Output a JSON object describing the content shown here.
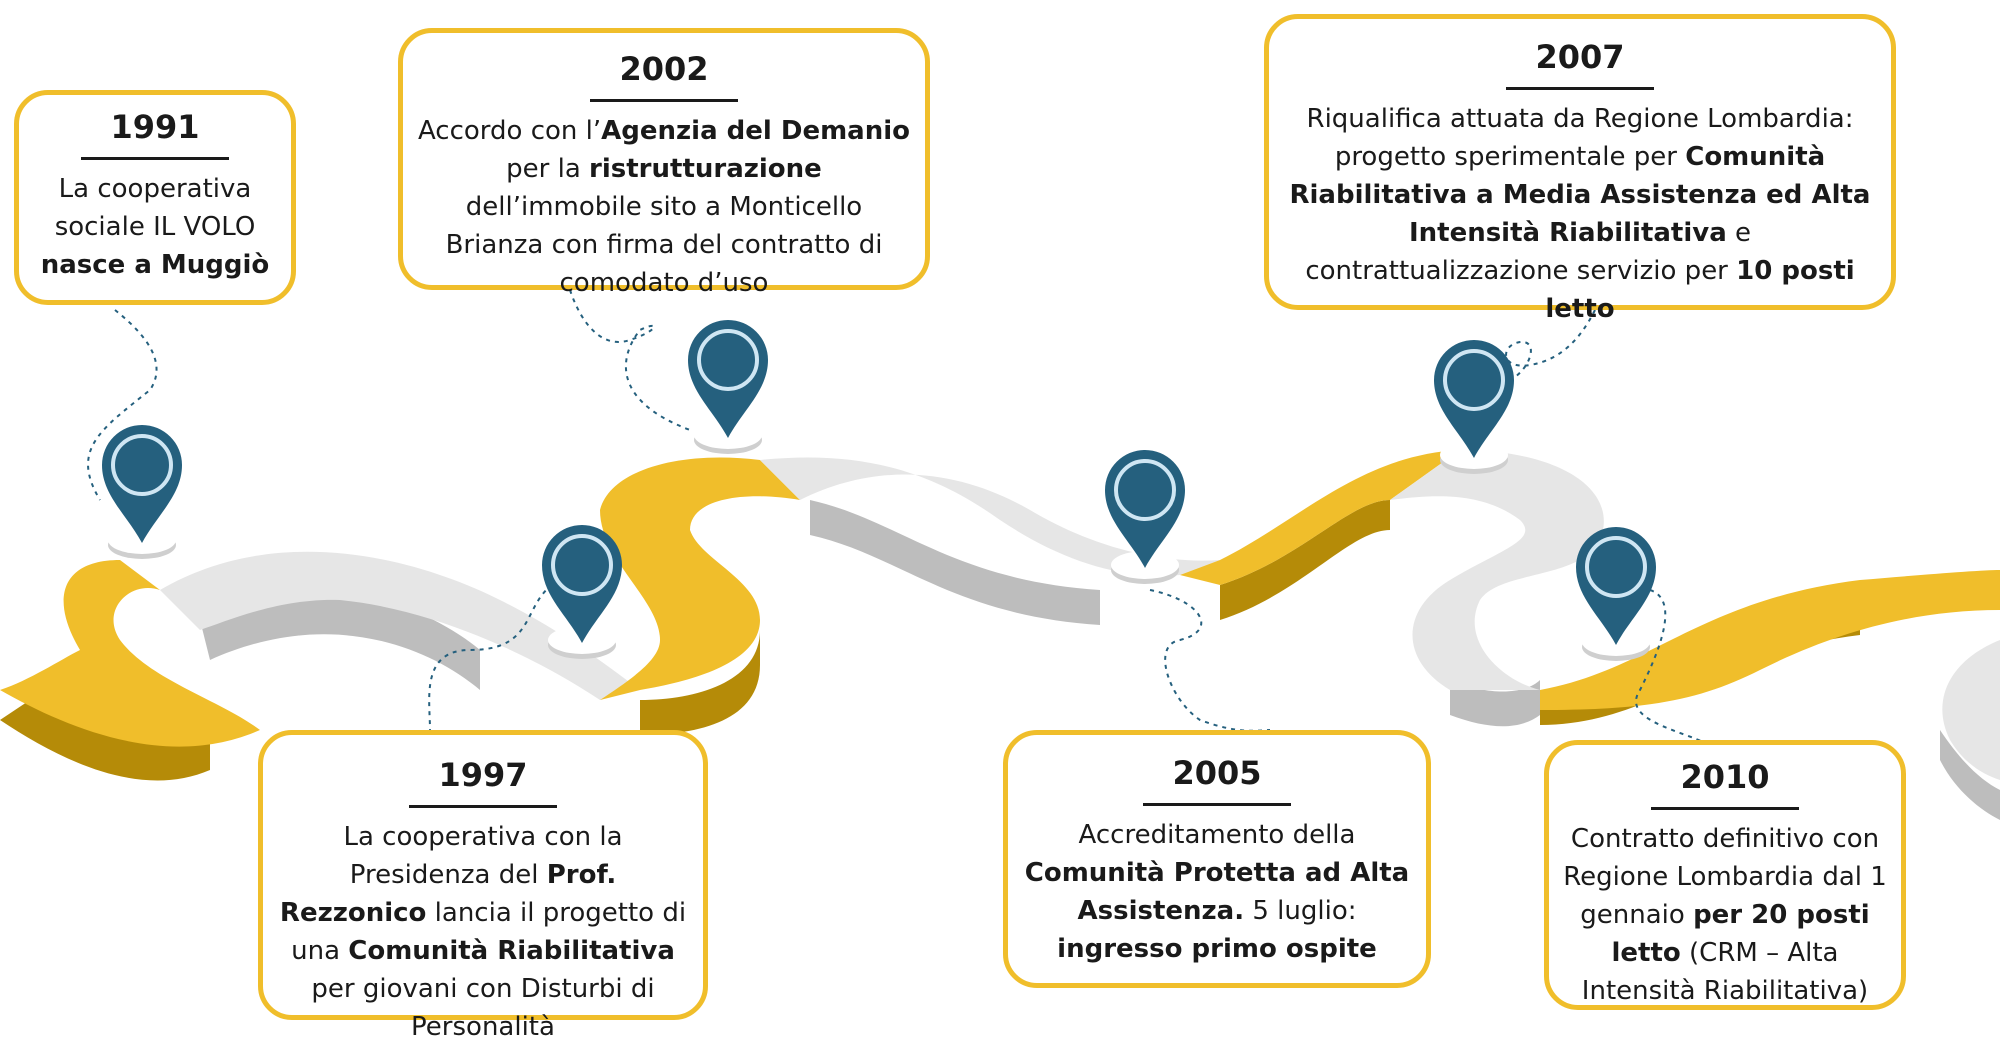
{
  "colors": {
    "accent_yellow": "#f0be2b",
    "road_gray": "#e6e6e6",
    "road_gray_side": "#bdbdbd",
    "road_yellow_side": "#b58b08",
    "pin_blue": "#25607e",
    "pin_ring": "#cfe6f3",
    "text": "#1a1a1a"
  },
  "events": [
    {
      "year": "1991",
      "parts": [
        {
          "t": "La cooperativa sociale IL VOLO ",
          "b": false
        },
        {
          "t": "nasce a Muggiò",
          "b": true
        }
      ]
    },
    {
      "year": "1997",
      "parts": [
        {
          "t": "La cooperativa con la Presidenza del ",
          "b": false
        },
        {
          "t": "Prof. Rezzonico",
          "b": true
        },
        {
          "t": " lancia il progetto di una ",
          "b": false
        },
        {
          "t": "Comunità Riabilitativa",
          "b": true
        },
        {
          "t": " per giovani con Disturbi di Personalità",
          "b": false
        }
      ]
    },
    {
      "year": "2002",
      "parts": [
        {
          "t": "Accordo con l’",
          "b": false
        },
        {
          "t": "Agenzia del Demanio",
          "b": true
        },
        {
          "t": " per la ",
          "b": false
        },
        {
          "t": "ristrutturazione",
          "b": true
        },
        {
          "t": " dell’immobile sito a Monticello Brianza con firma del contratto di comodato d’uso",
          "b": false
        }
      ]
    },
    {
      "year": "2005",
      "parts": [
        {
          "t": "Accreditamento della ",
          "b": false
        },
        {
          "t": "Comunità Protetta ad Alta Assistenza.",
          "b": true
        },
        {
          "t": " 5 luglio: ",
          "b": false
        },
        {
          "t": "ingresso primo ospite",
          "b": true
        }
      ]
    },
    {
      "year": "2007",
      "parts": [
        {
          "t": "Riqualifica attuata da Regione Lombardia: progetto sperimentale per ",
          "b": false
        },
        {
          "t": "Comunità Riabilitativa a Media Assistenza ed Alta Intensità Riabilitativa",
          "b": true
        },
        {
          "t": " e contrattualizzazione servizio per ",
          "b": false
        },
        {
          "t": "10 posti letto",
          "b": true
        }
      ]
    },
    {
      "year": "2010",
      "parts": [
        {
          "t": "Contratto definitivo con Regione Lombardia dal 1 gennaio ",
          "b": false
        },
        {
          "t": "per 20 posti letto",
          "b": true
        },
        {
          "t": " (CRM – Alta Intensità Riabilitativa)",
          "b": false
        }
      ]
    }
  ]
}
